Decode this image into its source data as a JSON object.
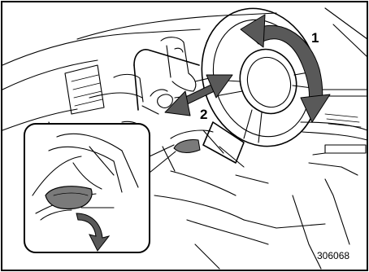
{
  "labels": {
    "tilt": "1",
    "telescopic": "2"
  },
  "figure_id": "306068",
  "colors": {
    "arrow": "#595959",
    "lever": "#7a7a7a",
    "line": "#000000",
    "background": "#ffffff"
  }
}
